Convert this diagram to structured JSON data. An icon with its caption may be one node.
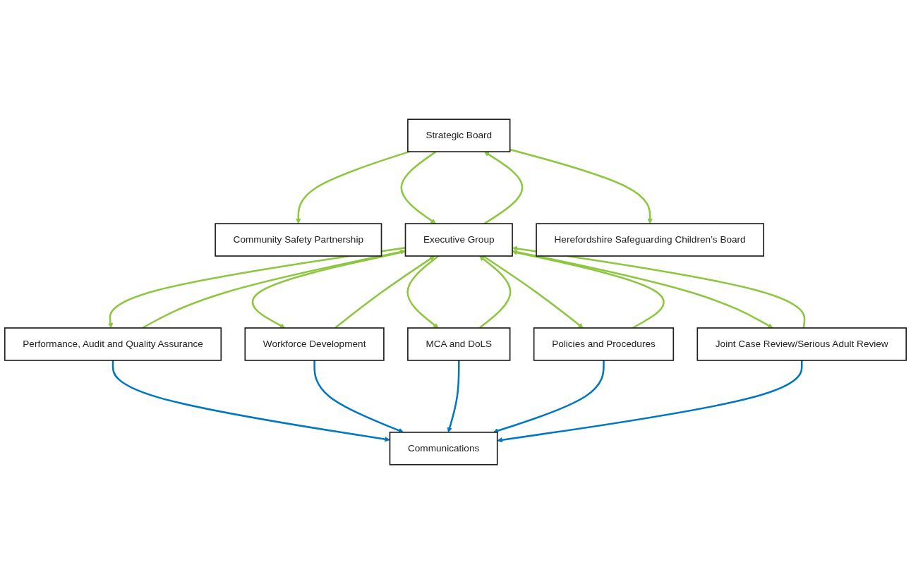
{
  "diagram": {
    "nodes": [
      {
        "text": [
          "Community Safety Partnership"
        ]
      },
      {
        "text": [
          "Strategic Board"
        ]
      },
      {
        "text": [
          "Herefordshire Safeguarding Children’s Board"
        ]
      },
      {
        "text": [
          "Executive Group"
        ]
      },
      {
        "text": [
          "Performance, Audit and Quality Assurance"
        ]
      },
      {
        "text": [
          "Workforce Development"
        ]
      },
      {
        "text": [
          "MCA and DoLS"
        ]
      },
      {
        "text": [
          "Policies and Procedures"
        ]
      },
      {
        "text": [
          "Joint Case Review/Serious Adult Review"
        ]
      },
      {
        "text": [
          "Communications"
        ]
      }
    ],
    "edges": [
      {
        "from": 1,
        "to": 0,
        "arrow": "to"
      },
      {
        "from": 1,
        "to": 2,
        "arrow": "to"
      },
      {
        "from": 1,
        "to": 3,
        "arrow": "to"
      },
      {
        "from": 3,
        "to": 1,
        "arrow": "to"
      },
      {
        "from": 3,
        "to": 4,
        "arrow": "to"
      },
      {
        "from": 4,
        "to": 3,
        "arrow": "to"
      },
      {
        "from": 3,
        "to": 5,
        "arrow": "to"
      },
      {
        "from": 5,
        "to": 3,
        "arrow": "to"
      },
      {
        "from": 3,
        "to": 6,
        "arrow": "to"
      },
      {
        "from": 6,
        "to": 3,
        "arrow": "to"
      },
      {
        "from": 3,
        "to": 7,
        "arrow": "to"
      },
      {
        "from": 7,
        "to": 3,
        "arrow": "to"
      },
      {
        "from": 3,
        "to": 8,
        "arrow": "to"
      },
      {
        "from": 8,
        "to": 3,
        "arrow": "to"
      },
      {
        "from": 4,
        "to": 9,
        "arrow": "to",
        "color": "#0077c0"
      },
      {
        "from": 5,
        "to": 9,
        "arrow": "to",
        "color": "#0077c0"
      },
      {
        "from": 6,
        "to": 9,
        "arrow": "to",
        "color": "#0077c0"
      },
      {
        "from": 7,
        "to": 9,
        "arrow": "to",
        "color": "#0077c0"
      },
      {
        "from": 8,
        "to": 9,
        "arrow": "to",
        "color": "#0077c0"
      }
    ]
  }
}
